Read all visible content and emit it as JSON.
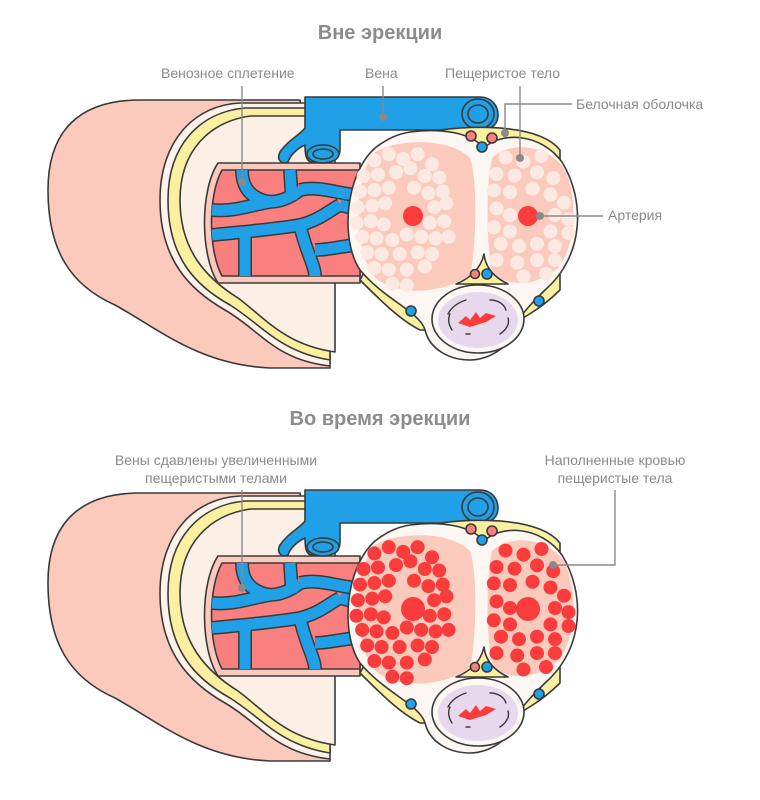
{
  "sections": [
    {
      "title": "Вне эрекции",
      "state": "flaccid",
      "labels": {
        "venous_plexus": "Венозное сплетение",
        "vein": "Вена",
        "corpus_cavernosum": "Пещеристое тело",
        "tunica_albuginea": "Белочная оболочка",
        "artery": "Артерия"
      }
    },
    {
      "title": "Во время эрекции",
      "state": "erect",
      "labels": {
        "veins_compressed_line1": "Вены сдавлены увеличенными",
        "veins_compressed_line2": "пещеристыми телами",
        "filled_bodies_line1": "Наполненные кровью",
        "filled_bodies_line2": "пещеристые тела"
      }
    }
  ],
  "colors": {
    "skin": "#fbcabc",
    "fat_layer": "#fbf0a0",
    "tissue": "#fcefe6",
    "vein_blue": "#20a0e6",
    "sinus_pink": "#fa8080",
    "cavernous_body": "#fccabc",
    "cavernous_wall": "#fdf7f3",
    "empty_sinus": "#fceae2",
    "filled_sinus": "#fa3c3c",
    "artery_red": "#fa3c3c",
    "urethra_body": "#e8d8ee",
    "outline": "#3a3a3a",
    "leader_line": "#8a8a8a",
    "title_text": "#8c8c8c"
  }
}
